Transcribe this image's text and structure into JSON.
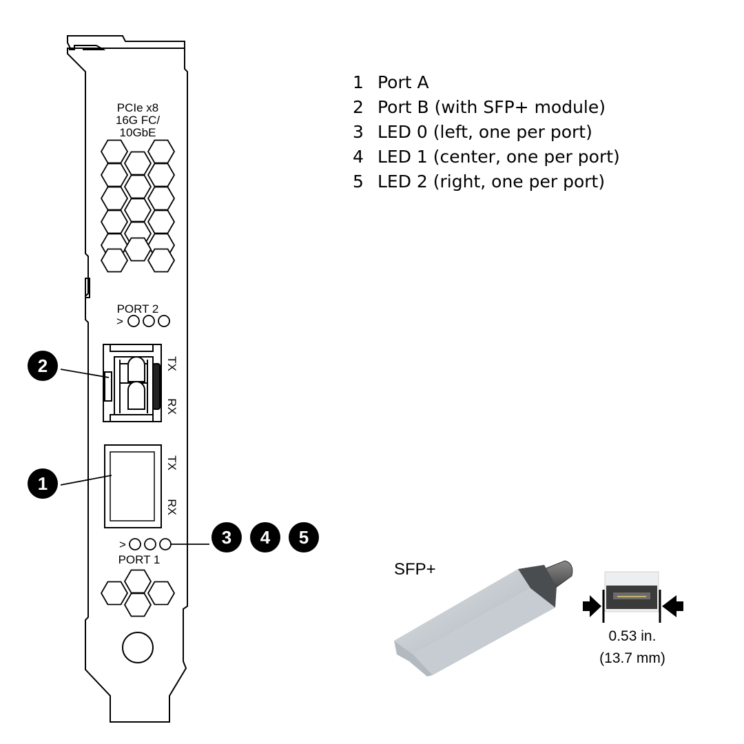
{
  "bracket": {
    "label_pcie": "PCIe  x8",
    "label_speed": "16G FC/",
    "label_eth": "10GbE",
    "port2_label": "PORT 2",
    "port1_label": "PORT 1",
    "led_arrow": ">",
    "tx": "TX",
    "rx": "RX"
  },
  "callouts": [
    "1",
    "2",
    "3",
    "4",
    "5"
  ],
  "legend": [
    {
      "num": "1",
      "text": "Port A"
    },
    {
      "num": "2",
      "text": "Port B (with SFP+ module)"
    },
    {
      "num": "3",
      "text": "LED 0 (left, one per port)"
    },
    {
      "num": "4",
      "text": "LED 1 (center, one per port)"
    },
    {
      "num": "5",
      "text": "LED 2 (right, one per port)"
    }
  ],
  "sfp": {
    "title": "SFP+",
    "dimension_in": "0.53 in.",
    "dimension_mm": "(13.7 mm)"
  }
}
